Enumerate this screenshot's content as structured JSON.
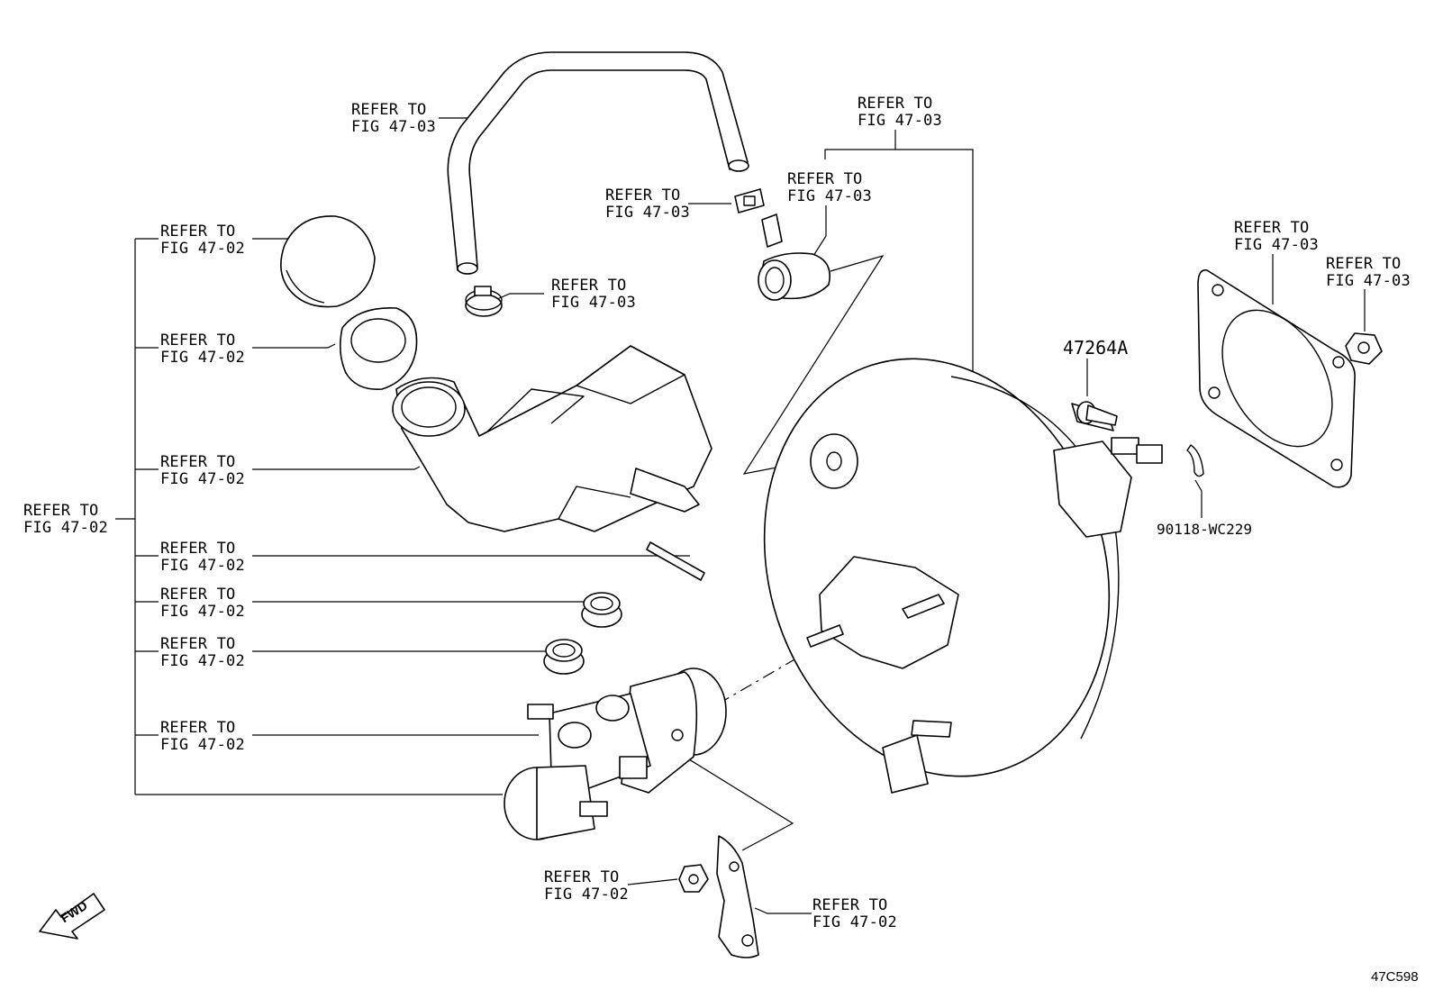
{
  "callouts": [
    {
      "id": "hose-top",
      "line1": "REFER TO",
      "line2": "FIG 47-03"
    },
    {
      "id": "booster-top",
      "line1": "REFER TO",
      "line2": "FIG 47-03"
    },
    {
      "id": "valve",
      "line1": "REFER TO",
      "line2": "FIG 47-03"
    },
    {
      "id": "clip",
      "line1": "REFER TO",
      "line2": "FIG 47-03"
    },
    {
      "id": "hose-clamp",
      "line1": "REFER TO",
      "line2": "FIG 47-03"
    },
    {
      "id": "gasket",
      "line1": "REFER TO",
      "line2": "FIG 47-03"
    },
    {
      "id": "gasket-nut",
      "line1": "REFER TO",
      "line2": "FIG 47-03"
    },
    {
      "id": "cap",
      "line1": "REFER TO",
      "line2": "FIG 47-02"
    },
    {
      "id": "strainer",
      "line1": "REFER TO",
      "line2": "FIG 47-02"
    },
    {
      "id": "reservoir",
      "line1": "REFER TO",
      "line2": "FIG 47-02"
    },
    {
      "id": "group",
      "line1": "REFER TO",
      "line2": "FIG 47-02"
    },
    {
      "id": "pin",
      "line1": "REFER TO",
      "line2": "FIG 47-02"
    },
    {
      "id": "grommet-1",
      "line1": "REFER TO",
      "line2": "FIG 47-02"
    },
    {
      "id": "grommet-2",
      "line1": "REFER TO",
      "line2": "FIG 47-02"
    },
    {
      "id": "cylinder",
      "line1": "REFER TO",
      "line2": "FIG 47-02"
    },
    {
      "id": "nut",
      "line1": "REFER TO",
      "line2": "FIG 47-02"
    },
    {
      "id": "bracket",
      "line1": "REFER TO",
      "line2": "FIG 47-02"
    }
  ],
  "part_numbers": {
    "clevis_pin": "47264A",
    "clip": "90118-WC229"
  },
  "fwd_label": "FWD",
  "figure_code": "47C598"
}
